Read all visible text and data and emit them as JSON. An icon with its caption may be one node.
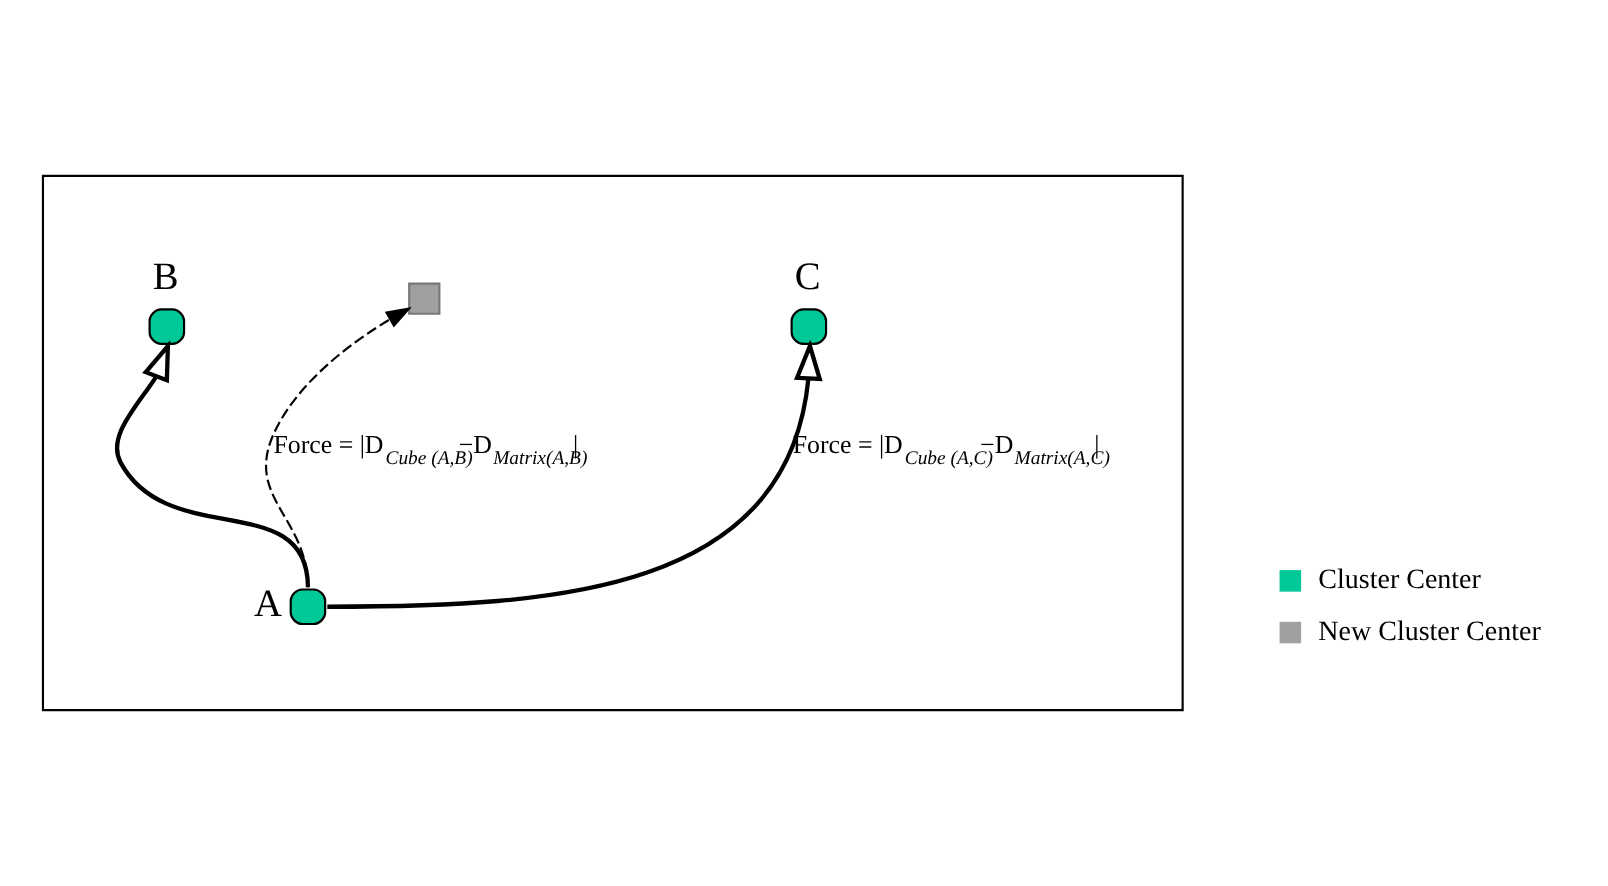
{
  "diagram": {
    "nodes": [
      {
        "text": [],
        "shape": "box"
      },
      {
        "text": [],
        "shape": "circle",
        "beside": [
          "B"
        ],
        "in": 0
      },
      {
        "text": [],
        "shape": "circle",
        "beside": [
          "C"
        ],
        "in": 0
      },
      {
        "text": [],
        "shape": "box",
        "in": 0
      },
      {
        "text": [],
        "shape": "circle",
        "beside": [
          "A"
        ],
        "in": 0
      }
    ],
    "edges": [
      {
        "from": 4,
        "to": 1,
        "arrow": "to"
      },
      {
        "from": 4,
        "to": 3,
        "arrow": "to",
        "style": "dashed",
        "label": "Force = |D$_{Cube (A,B)}$−D$_{Matrix(A,B)}$|"
      },
      {
        "from": 4,
        "to": 2,
        "arrow": "to",
        "label": "Force = |D$_{Cube (A,C)}$−D$_{Matrix(A,C)}$|"
      }
    ],
    "legend": [
      {
        "text": "Cluster Center",
        "color": "#00c896"
      },
      {
        "text": "New Cluster Center"
      }
    ]
  }
}
